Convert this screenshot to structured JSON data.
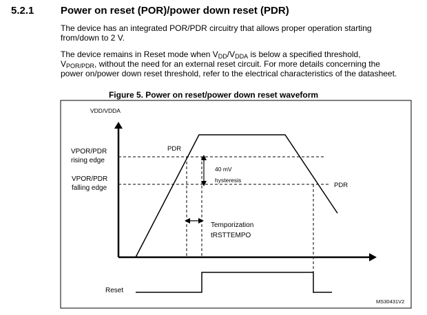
{
  "section": {
    "number": "5.2.1",
    "title": "Power on reset (POR)/power down reset (PDR)"
  },
  "paragraph1": {
    "line1": "The device has an integrated POR/PDR circuitry that allows proper operation starting",
    "line2": "from/down to 2 V."
  },
  "paragraph2": {
    "l1_a": "The device remains in Reset mode when V",
    "l1_sub1": "DD",
    "l1_b": "/V",
    "l1_sub2": "DDA",
    "l1_c": " is below a specified threshold,",
    "l2_a": "V",
    "l2_sub": "POR/PDR",
    "l2_b": ", without the need for an external reset circuit. For more details concerning the",
    "line3": "power on/power down reset threshold, refer to the electrical characteristics of the datasheet."
  },
  "figure": {
    "caption": "Figure 5. Power on reset/power down reset waveform",
    "y_axis_label": "VDD/VDDA",
    "rising_label_1": "VPOR/PDR",
    "rising_label_2": "rising edge",
    "falling_label_1": "VPOR/PDR",
    "falling_label_2": "falling edge",
    "pdr_label_top": "PDR",
    "pdr_label_right": "PDR",
    "hysteresis_value": "40 mV",
    "hysteresis_label": "hysteresis",
    "temporization_label": "Temporization",
    "trsttempo_label": "tRSTTEMPO",
    "reset_label": "Reset",
    "figure_id": "MS30431V2"
  }
}
